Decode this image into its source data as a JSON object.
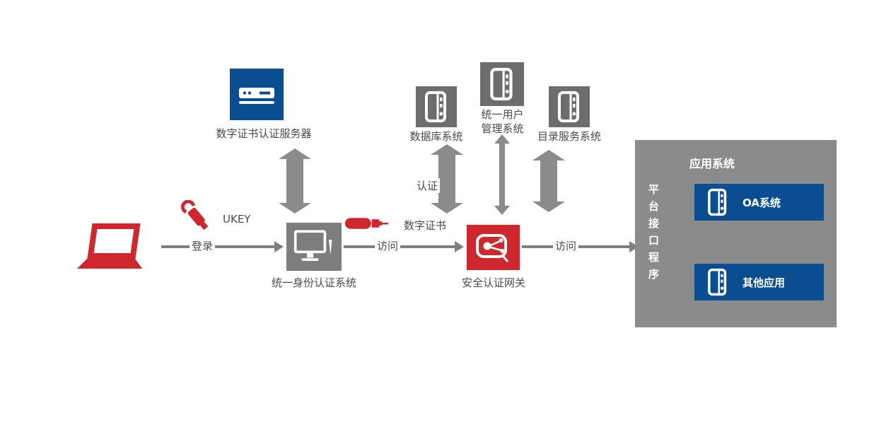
{
  "colors": {
    "red": "#cf272e",
    "blue": "#0b4d91",
    "node_gray": "#7d7d7d",
    "server_gray": "#6d6d6d",
    "panel_gray": "#8b8b8b",
    "arrow_gray": "#7f7f7f",
    "label_text": "#4a4a4a",
    "white": "#ffffff"
  },
  "nodes": {
    "ca_server": {
      "label": "数字证书认证服务器"
    },
    "auth_system": {
      "label": "统一身份认证系统"
    },
    "gateway": {
      "label": "安全认证网关"
    },
    "database": {
      "label": "数据库系统"
    },
    "identity_mgmt": {
      "label_line1": "统一用户",
      "label_line2": "管理系统"
    },
    "directory": {
      "label": "目录服务系统"
    }
  },
  "edges": {
    "login": {
      "label": "登录"
    },
    "ukey": {
      "label": "UKEY"
    },
    "visit_gateway": {
      "label": "访问"
    },
    "digital_cert": {
      "label": "数字证书"
    },
    "authentication": {
      "label": "认证"
    },
    "visit_apps": {
      "label": "访问"
    }
  },
  "apps_panel": {
    "title": "应用系统",
    "interface_label": "平台接口程序",
    "apps": [
      {
        "label": "OA系统"
      },
      {
        "label": "其他应用"
      }
    ]
  }
}
